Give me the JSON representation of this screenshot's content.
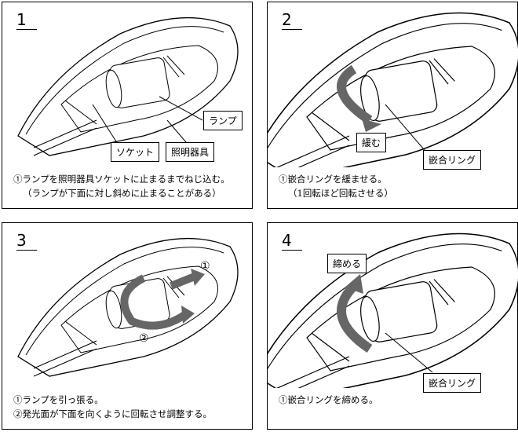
{
  "panels": [
    {
      "number": "1",
      "labels": {
        "lamp": "ランプ",
        "socket": "ソケット",
        "fixture": "照明器具"
      },
      "caption": [
        "①ランプを照明器具ソケットに止まるまでねじ込む。",
        "（ランプが下面に対し斜めに止まることがある）"
      ]
    },
    {
      "number": "2",
      "labels": {
        "loosen": "緩む",
        "ring": "嵌合リング"
      },
      "caption": [
        "①嵌合リングを緩ませる。",
        "（1回転ほど回転させる）"
      ]
    },
    {
      "number": "3",
      "labels": {
        "m1": "①",
        "m2": "②"
      },
      "caption": [
        "①ランプを引っ張る。",
        "②発光面が下面を向くように回転させ調整する。"
      ]
    },
    {
      "number": "4",
      "labels": {
        "tighten": "締める",
        "ring": "嵌合リング"
      },
      "caption": [
        "①嵌合リングを締める。"
      ]
    }
  ]
}
